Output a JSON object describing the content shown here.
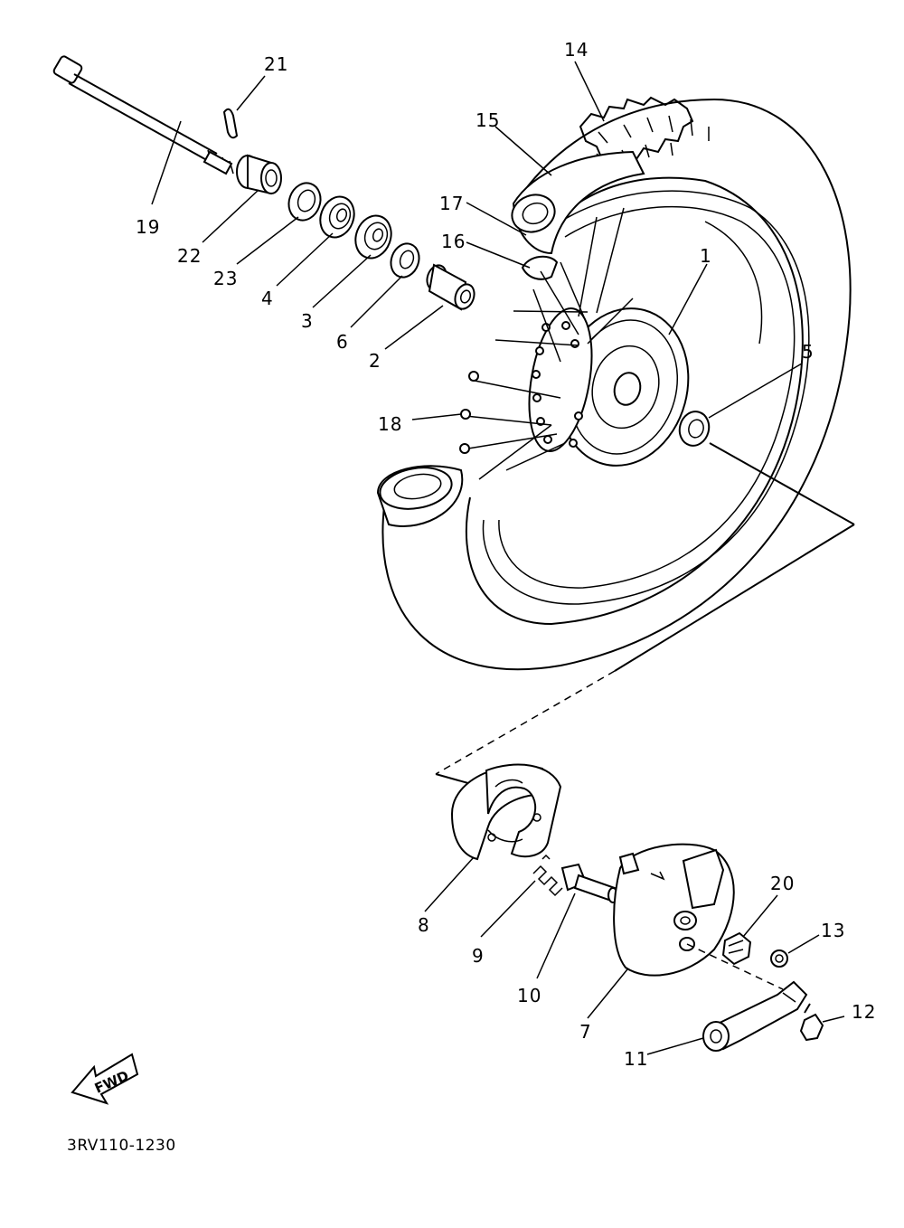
{
  "diagram_code": "3RV110-1230",
  "fwd_badge": "FWD",
  "callouts": {
    "p1": "1",
    "p2": "2",
    "p3": "3",
    "p4": "4",
    "p5": "5",
    "p6": "6",
    "p7": "7",
    "p8": "8",
    "p9": "9",
    "p10": "10",
    "p11": "11",
    "p12": "12",
    "p13": "13",
    "p14": "14",
    "p15": "15",
    "p16": "16",
    "p17": "17",
    "p18": "18",
    "p19": "19",
    "p20": "20",
    "p21": "21",
    "p22": "22",
    "p23": "23"
  }
}
